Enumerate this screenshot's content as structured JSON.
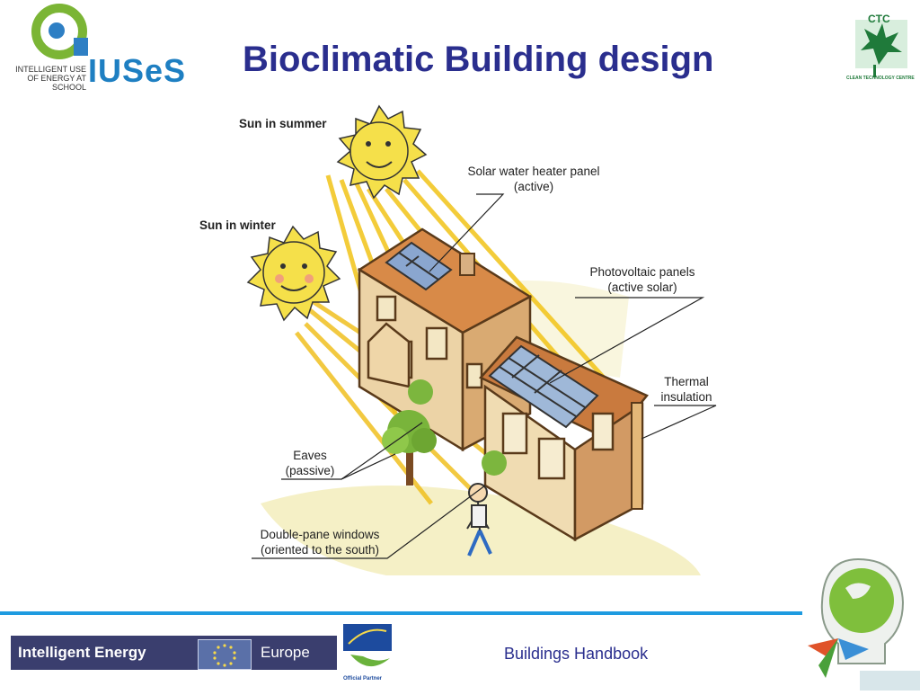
{
  "slide": {
    "title": "Bioclimatic Building design",
    "footer_text": "Buildings Handbook"
  },
  "logos": {
    "iuses": {
      "tagline_line1": "INTELLIGENT USE",
      "tagline_line2": "OF ENERGY AT SCHOOL",
      "wordmark": "IUSeS"
    },
    "ctc": {
      "badge": "CTC",
      "text": "CLEAN TECHNOLOGY CENTRE"
    },
    "intelligent_energy": {
      "left_text": "Intelligent Energy",
      "right_text": "Europe"
    },
    "partner_caption": "Official Partner"
  },
  "diagram": {
    "labels": {
      "sun_summer": "Sun in summer",
      "sun_winter": "Sun in winter",
      "solar_water_heater": [
        "Solar water heater panel",
        "(active)"
      ],
      "photovoltaic": [
        "Photovoltaic panels",
        "(active solar)"
      ],
      "thermal_insulation": [
        "Thermal",
        "insulation"
      ],
      "eaves": [
        "Eaves",
        "(passive)"
      ],
      "double_pane": [
        "Double-pane windows",
        "(oriented to the south)"
      ]
    }
  },
  "colors": {
    "title": "#2a2e8e",
    "footer_rule": "#1e9be0",
    "sun": "#f5e04a",
    "rays": "#f2c418",
    "house_wall": "#e8c99a",
    "house_outline": "#5a3a1a",
    "pv_panel": "#9fb8d8"
  }
}
